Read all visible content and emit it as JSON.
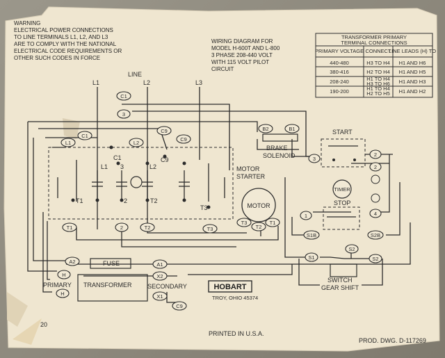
{
  "warning": {
    "lines": [
      "WARNING",
      "ELECTRICAL POWER CONNECTIONS",
      "TO LINE TERMINALS L1, L2, AND L3",
      "ARE TO COMPLY WITH THE NATIONAL",
      "ELECTRICAL CODE REQUIREMENTS OR",
      "OTHER SUCH CODES IN FORCE"
    ]
  },
  "title": {
    "lines": [
      "WIRING DIAGRAM FOR",
      "MODEL H-600T AND L-800",
      "3 PHASE 208-440 VOLT",
      "WITH 115 VOLT PILOT",
      "CIRCUIT"
    ]
  },
  "transformer_table": {
    "heading": [
      "TRANSFORMER PRIMARY",
      "TERMINAL CONNECTIONS"
    ],
    "columns": [
      "PRIMARY VOLTAGE",
      "CONNECT",
      "LINE LEADS (H) TO"
    ],
    "rows": [
      {
        "voltage": "440-480",
        "connect": [
          "H3 TO H4"
        ],
        "leads": "H1 AND H6"
      },
      {
        "voltage": "380-416",
        "connect": [
          "H2 TO H4"
        ],
        "leads": "H1 AND H5"
      },
      {
        "voltage": "208-240",
        "connect": [
          "H1 TO H4",
          "H3 TO H6"
        ],
        "leads": "H1 AND H3"
      },
      {
        "voltage": "190-200",
        "connect": [
          "H1 TO H4",
          "H2 TO H5"
        ],
        "leads": "H1 AND H2"
      }
    ]
  },
  "labels": {
    "line": "LINE",
    "l1": "L1",
    "l2": "L2",
    "l3": "L3",
    "brake": "BRAKE",
    "solenoid": "SOLENOID",
    "start": "START",
    "stop": "STOP",
    "timer": "TIMER",
    "motor_starter_1": "MOTOR",
    "motor_starter_2": "STARTER",
    "motor": "MOTOR",
    "fuse": "FUSE",
    "primary": "PRIMARY",
    "transformer": "TRANSFORMER",
    "secondary": "SECONDARY",
    "switch_1": "SWITCH",
    "switch_2": "GEAR SHIFT",
    "brand": "HOBART",
    "brand_sub": "TROY, OHIO 45374",
    "printed": "PRINTED IN U.S.A.",
    "dwg": "PROD. DWG. D-117269",
    "corner_num": "20"
  },
  "terminals": {
    "c1": "C1",
    "c9": "C9",
    "n3": "3",
    "l1": "L1",
    "l2": "L2",
    "c1b": "C1",
    "b2": "B2",
    "b1": "B1",
    "n2": "2",
    "n1": "1",
    "t1": "T1",
    "t2": "T2",
    "t3": "T3",
    "a2": "A2",
    "a1": "A1",
    "x2": "X2",
    "x1": "X1",
    "h": "H",
    "s1b": "S1B",
    "s2b": "S2B",
    "s2": "S2",
    "s1": "S1",
    "n4": "4"
  }
}
